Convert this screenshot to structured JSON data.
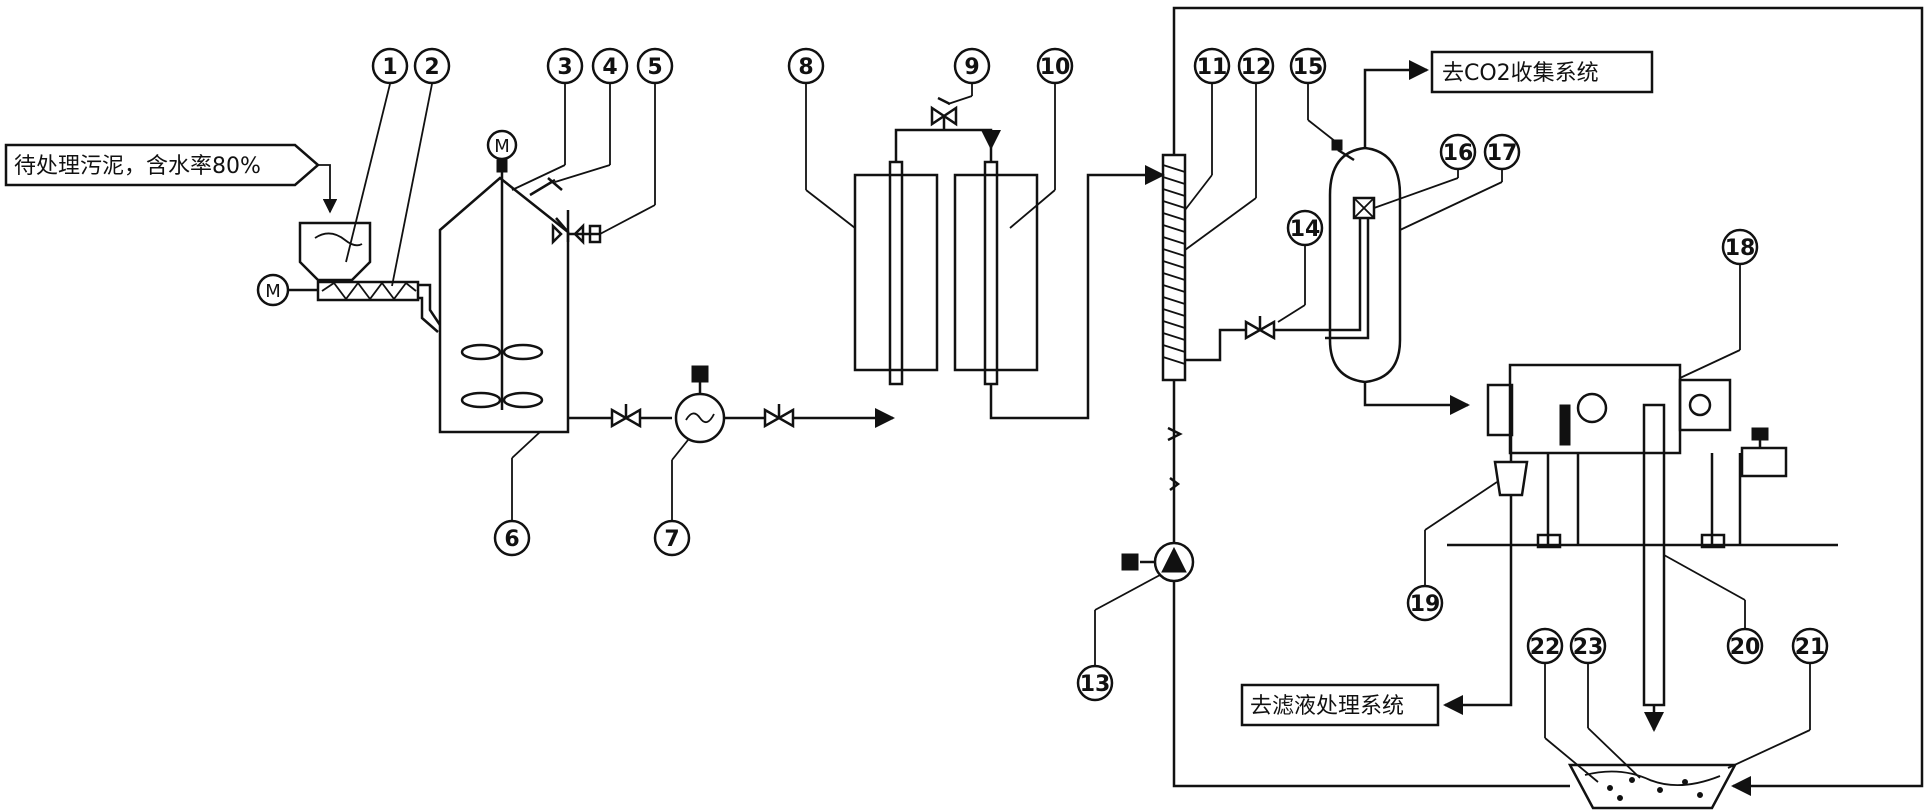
{
  "labels": {
    "input": "待处理污泥，含水率80%",
    "co2": "去CO2收集系统",
    "filtrate": "去滤液处理系统",
    "motor": "M"
  },
  "components": [
    "1",
    "2",
    "3",
    "4",
    "5",
    "6",
    "7",
    "8",
    "9",
    "10",
    "11",
    "12",
    "13",
    "14",
    "15",
    "16",
    "17",
    "18",
    "19",
    "20",
    "21",
    "22",
    "23"
  ]
}
